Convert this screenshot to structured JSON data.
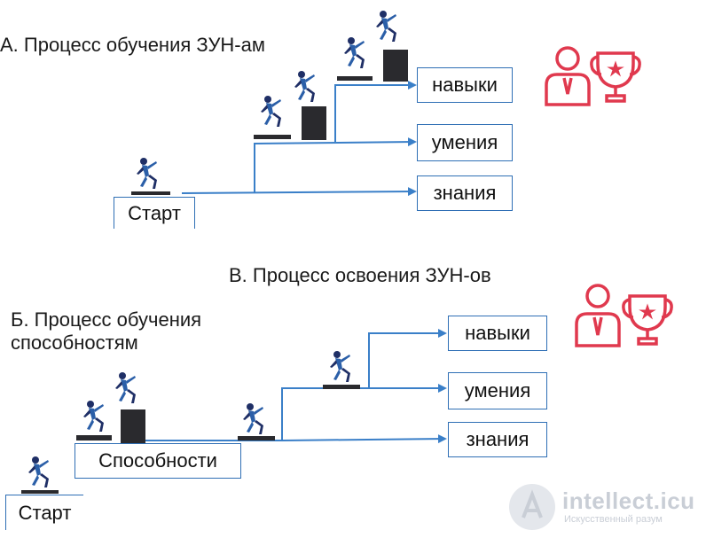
{
  "section_a": {
    "title": "А. Процесс обучения ЗУН-ам",
    "start": "Старт",
    "outcomes": [
      "навыки",
      "умения",
      "знания"
    ]
  },
  "section_v": {
    "title": "В. Процесс освоения ЗУН-ов"
  },
  "section_b": {
    "title_line1": "Б. Процесс обучения",
    "title_line2": "способностям",
    "start": "Старт",
    "abilities": "Способности",
    "outcomes": [
      "навыки",
      "умения",
      "знания"
    ]
  },
  "watermark": {
    "brand": "intellect.icu",
    "tagline": "Искусственный разум"
  },
  "colors": {
    "arrow": "#3a7fc8",
    "box_border": "#2f6fb5",
    "figure_main": "#2b5fa8",
    "figure_dark": "#1f2f66",
    "pedestal": "#2a2a2e",
    "trophy_icon": "#e0394e"
  },
  "icons": [
    "climbing-person-icon",
    "helping-hand-figures-icon",
    "person-with-trophy-icon"
  ]
}
